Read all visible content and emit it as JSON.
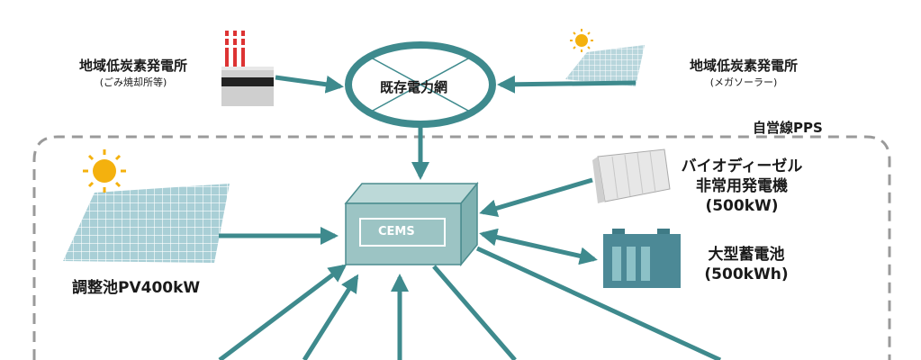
{
  "grid": {
    "label": "既存電力網"
  },
  "plants": {
    "left": {
      "title": "地域低炭素発電所",
      "sub": "(ごみ焼却所等)"
    },
    "right": {
      "title": "地域低炭素発電所",
      "sub": "(メガソーラー)"
    }
  },
  "pps_area": {
    "label": "自営線PPS"
  },
  "cems": {
    "label": "CEMS"
  },
  "pv": {
    "label": "調整池PV400kW"
  },
  "bio": {
    "line1": "バイオディーゼル",
    "line2": "非常用発電機",
    "line3": "(500kW)"
  },
  "battery": {
    "line1": "大型蓄電池",
    "line2": "(500kWh)"
  },
  "colors": {
    "teal": "#3e8a8d",
    "cems_face": "#9cc4c4",
    "panel": "#a9cfd6",
    "sun": "#f4b10e"
  }
}
